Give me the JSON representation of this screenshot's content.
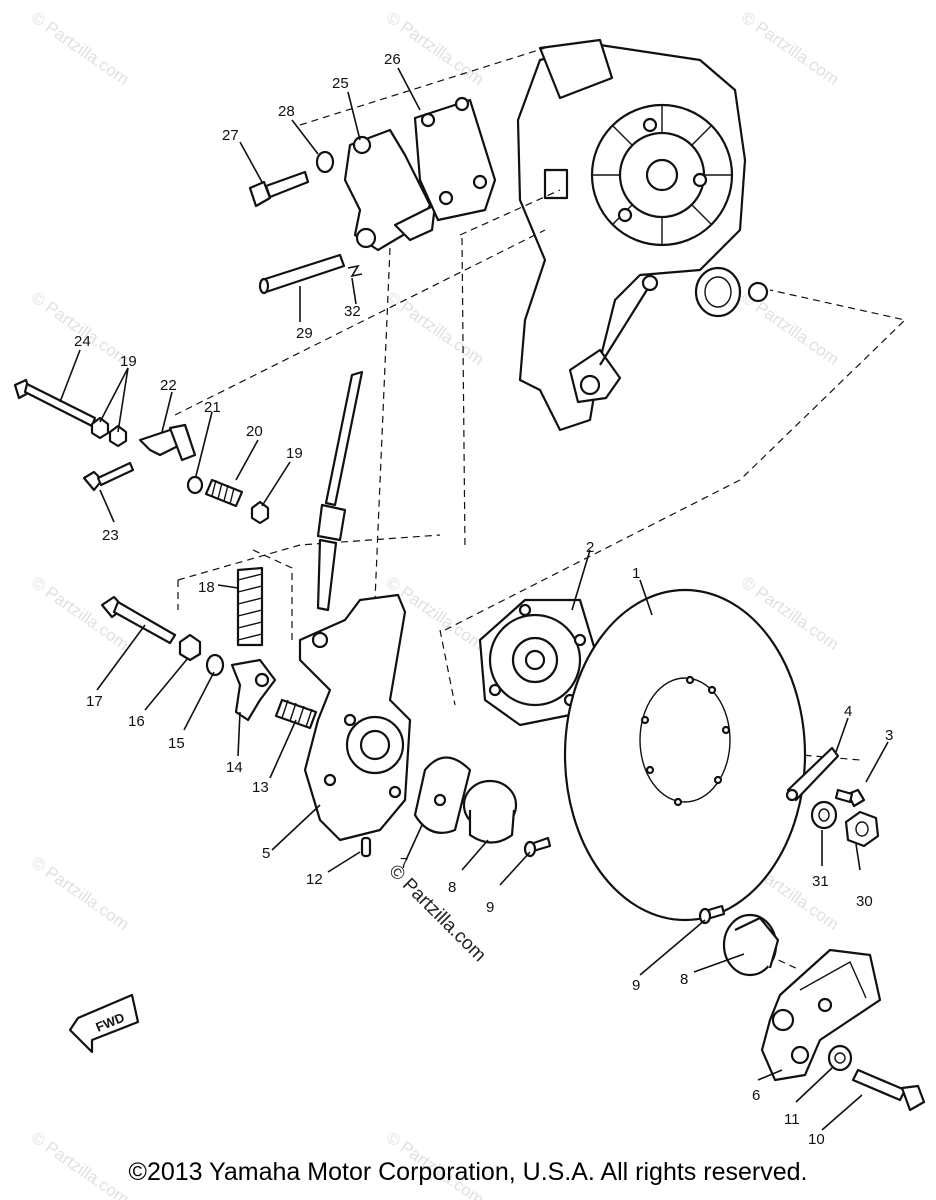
{
  "watermark": "© Partzilla.com",
  "center_watermark": "© Partzilla.com",
  "fwd_label": "FWD",
  "copyright": "©2013 Yamaha Motor Corporation, U.S.A. All rights reserved.",
  "callouts": {
    "c1": "1",
    "c2": "2",
    "c3": "3",
    "c4": "4",
    "c5": "5",
    "c6": "6",
    "c7": "7",
    "c8a": "8",
    "c8b": "8",
    "c9a": "9",
    "c9b": "9",
    "c10": "10",
    "c11": "11",
    "c12": "12",
    "c13": "13",
    "c14": "14",
    "c15": "15",
    "c16": "16",
    "c17": "17",
    "c18": "18",
    "c19a": "19",
    "c19b": "19",
    "c20": "20",
    "c21": "21",
    "c22": "22",
    "c23": "23",
    "c24": "24",
    "c25": "25",
    "c26": "26",
    "c27": "27",
    "c28": "28",
    "c29": "29",
    "c30": "30",
    "c31": "31",
    "c32": "32"
  }
}
